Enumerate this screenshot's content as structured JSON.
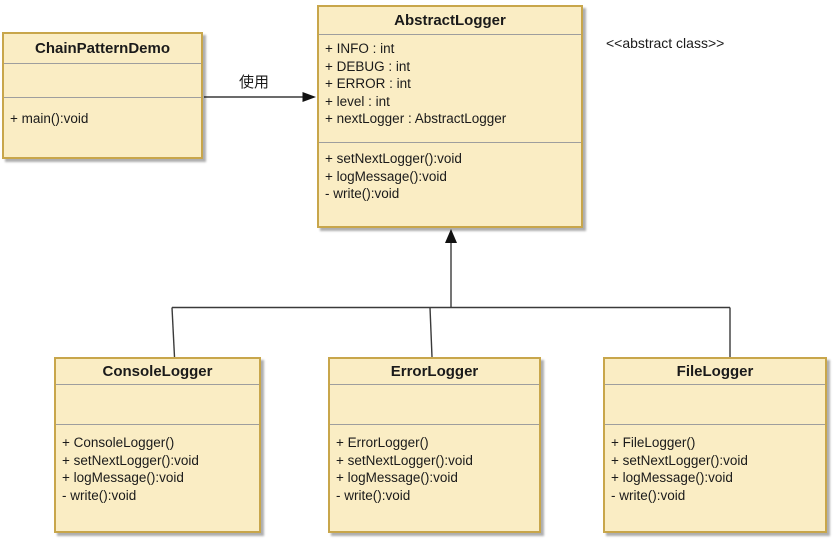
{
  "diagram": {
    "colors": {
      "class_fill": "#faedc4",
      "class_border": "#c8a64b",
      "separator_line": "#9e9e9e",
      "connector_line": "#3a3a3a",
      "text": "#1a1a1a",
      "background": "#ffffff"
    },
    "labels": {
      "uses_label": "使用",
      "stereotype_note": "<<abstract class>>"
    },
    "classes": {
      "chain_pattern_demo": {
        "name": "ChainPatternDemo",
        "attributes": [],
        "methods": [
          "+ main():void"
        ]
      },
      "abstract_logger": {
        "name": "AbstractLogger",
        "attributes": [
          "+ INFO : int",
          "+ DEBUG : int",
          "+ ERROR : int",
          "+ level : int",
          "+ nextLogger : AbstractLogger"
        ],
        "methods": [
          "+ setNextLogger():void",
          "+ logMessage():void",
          "- write():void"
        ]
      },
      "console_logger": {
        "name": "ConsoleLogger",
        "attributes": [],
        "methods": [
          "+ ConsoleLogger()",
          "+ setNextLogger():void",
          "+ logMessage():void",
          "- write():void"
        ]
      },
      "error_logger": {
        "name": "ErrorLogger",
        "attributes": [],
        "methods": [
          "+ ErrorLogger()",
          "+ setNextLogger():void",
          "+ logMessage():void",
          "- write():void"
        ]
      },
      "file_logger": {
        "name": "FileLogger",
        "attributes": [],
        "methods": [
          "+ FileLogger()",
          "+ setNextLogger():void",
          "+ logMessage():void",
          "- write():void"
        ]
      }
    },
    "relations": [
      {
        "type": "directed association",
        "from": "ChainPatternDemo",
        "to": "AbstractLogger",
        "label": "使用"
      },
      {
        "type": "generalization",
        "from": "ConsoleLogger",
        "to": "AbstractLogger"
      },
      {
        "type": "generalization",
        "from": "ErrorLogger",
        "to": "AbstractLogger"
      },
      {
        "type": "generalization",
        "from": "FileLogger",
        "to": "AbstractLogger"
      }
    ]
  }
}
